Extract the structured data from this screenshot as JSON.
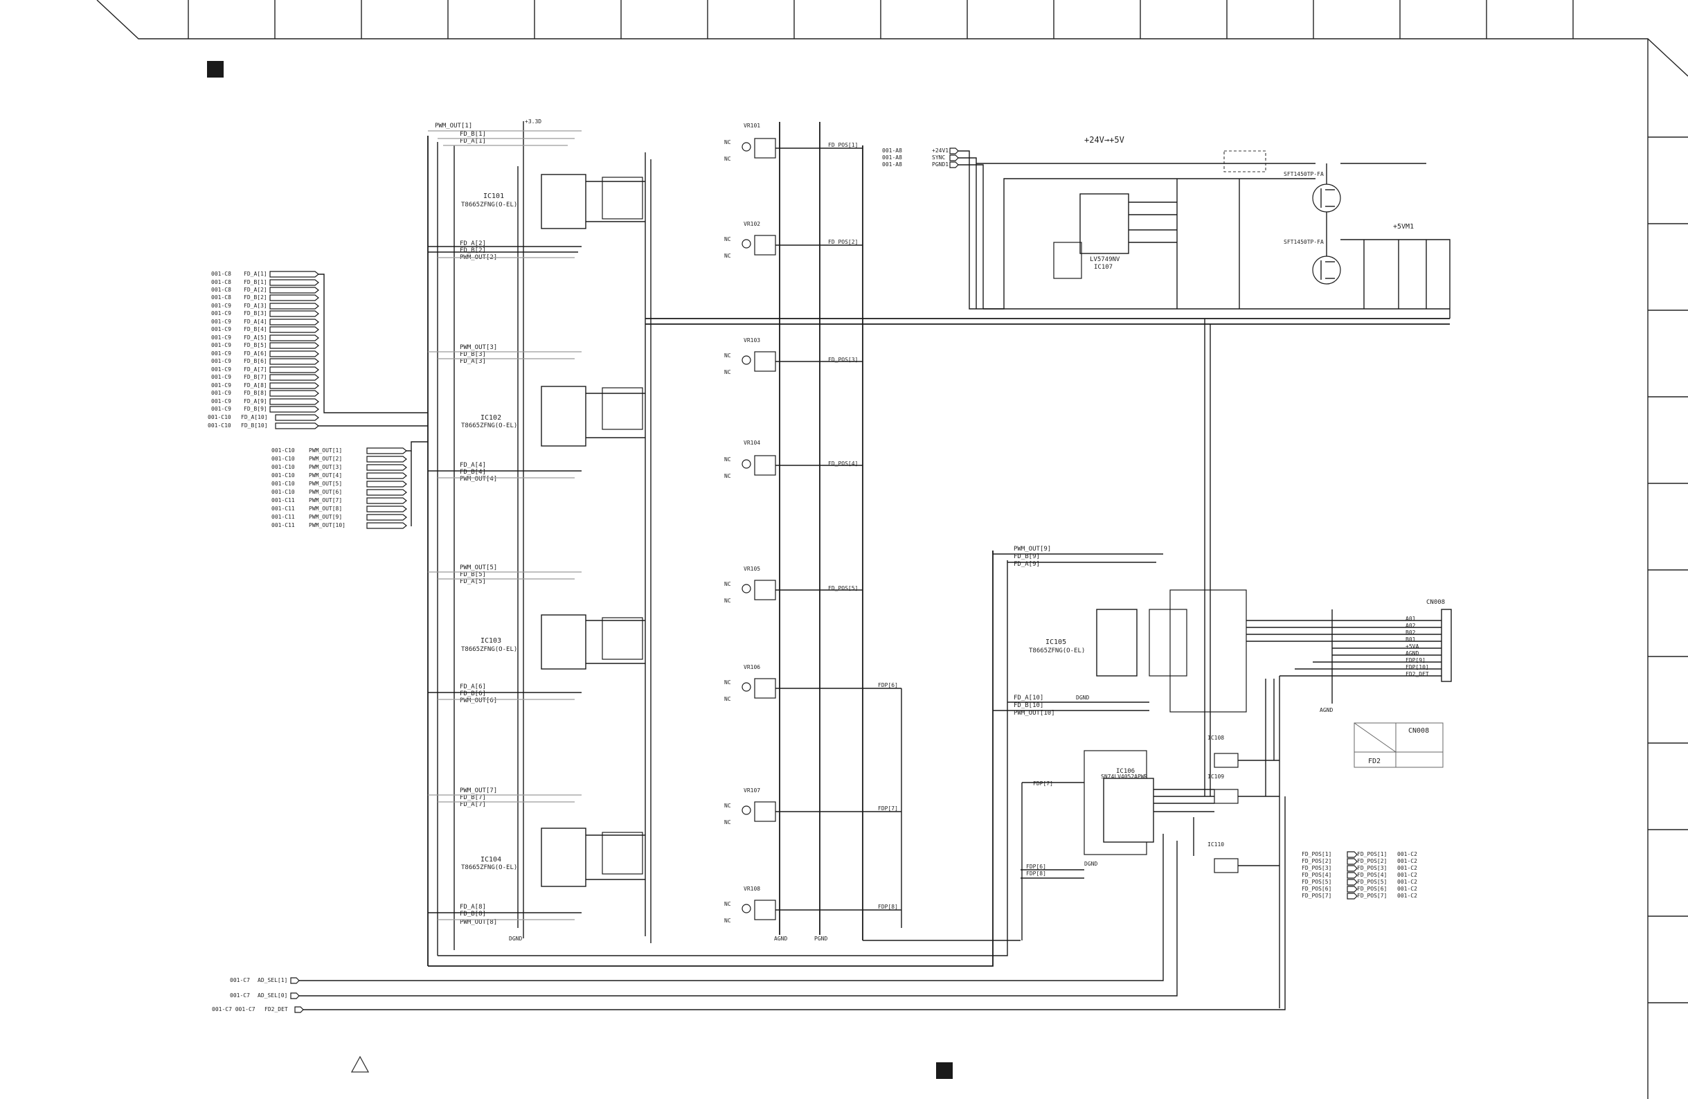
{
  "header": {
    "marker_left": "black-square-marker",
    "marker_bottom": "black-square-marker",
    "warning_symbol": "triangle-warning-icon"
  },
  "left_bus": {
    "fd_ports": [
      "FD_A[1]",
      "FD_B[1]",
      "FD_A[2]",
      "FD_B[2]",
      "FD_A[3]",
      "FD_B[3]",
      "FD_A[4]",
      "FD_B[4]",
      "FD_A[5]",
      "FD_B[5]",
      "FD_A[6]",
      "FD_B[6]",
      "FD_A[7]",
      "FD_B[7]",
      "FD_A[8]",
      "FD_B[8]",
      "FD_A[9]",
      "FD_B[9]",
      "FD_A[10]",
      "FD_B[10]"
    ],
    "pwm_ports": [
      "PWM_OUT[1]",
      "PWM_OUT[2]",
      "PWM_OUT[3]",
      "PWM_OUT[4]",
      "PWM_OUT[5]",
      "PWM_OUT[6]",
      "PWM_OUT[7]",
      "PWM_OUT[8]",
      "PWM_OUT[9]",
      "PWM_OUT[10]"
    ]
  },
  "ic_blocks": [
    {
      "name": "IC101",
      "part": "T8665ZFNG(O-EL)"
    },
    {
      "name": "IC102",
      "part": "T8665ZFNG(O-EL)"
    },
    {
      "name": "IC103",
      "part": "T8665ZFNG(O-EL)"
    },
    {
      "name": "IC104",
      "part": "T8665ZFNG(O-EL)"
    },
    {
      "name": "IC105",
      "part": "T8665ZFNG(O-EL)"
    },
    {
      "name": "IC106",
      "part": "SN74LV4052APWR"
    },
    {
      "name": "IC107",
      "part": "LV5749NV"
    }
  ],
  "vr_labels": [
    "VR101",
    "VR102",
    "VR103",
    "VR104",
    "VR105",
    "VR106",
    "VR107",
    "VR108"
  ],
  "fd_pos": [
    "FD_POS[1]",
    "FD_POS[2]",
    "FD_POS[3]",
    "FD_POS[4]",
    "FD_POS[5]",
    "FD_POS[6]",
    "FD_POS[7]"
  ],
  "fdp_labels": [
    "FDP[6]",
    "FDP[7]",
    "FDP[8]"
  ],
  "power": {
    "title": "+24V→+5V",
    "vm": "+5VM1",
    "inputs": [
      "+24V1",
      "SYNC",
      "PGND1"
    ],
    "fet1": "SFT1450TP-FA",
    "fet2": "SFT1450TP-FA"
  },
  "right": {
    "connector": "CN008",
    "connector_pins": [
      "A01",
      "A02",
      "B02",
      "B01",
      "+5VA",
      "AGND",
      "FDP[9]",
      "FDP[10]",
      "FD2_DET"
    ],
    "analog_switches": [
      "IC108",
      "IC109",
      "IC110"
    ],
    "selects": [
      "AD_SEL[1]",
      "AD_SEL[0]",
      "FD2_DET"
    ]
  },
  "title_table": {
    "top": "CN008",
    "bottom": "FD2"
  },
  "ground_labels": [
    "DGND",
    "AGND",
    "PGND"
  ]
}
